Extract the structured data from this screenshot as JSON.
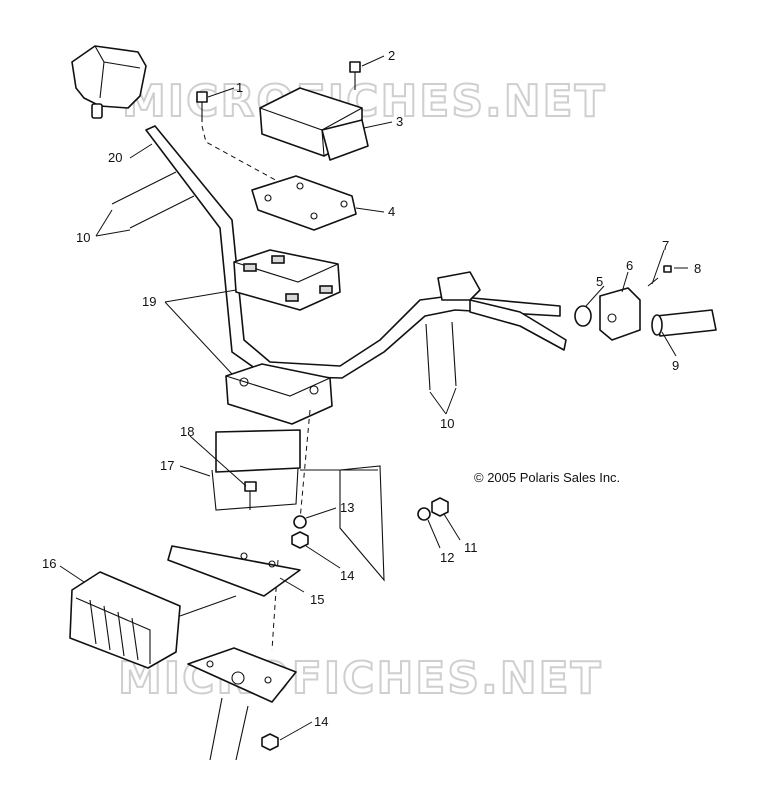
{
  "watermarks": [
    "MICROFICHES.NET",
    "MICROFICHES.NET"
  ],
  "copyright": "© 2005 Polaris Sales Inc.",
  "callouts": [
    "1",
    "2",
    "3",
    "4",
    "5",
    "6",
    "7",
    "8",
    "9",
    "10",
    "10",
    "11",
    "12",
    "13",
    "14",
    "14",
    "15",
    "16",
    "17",
    "18",
    "19",
    "20"
  ]
}
